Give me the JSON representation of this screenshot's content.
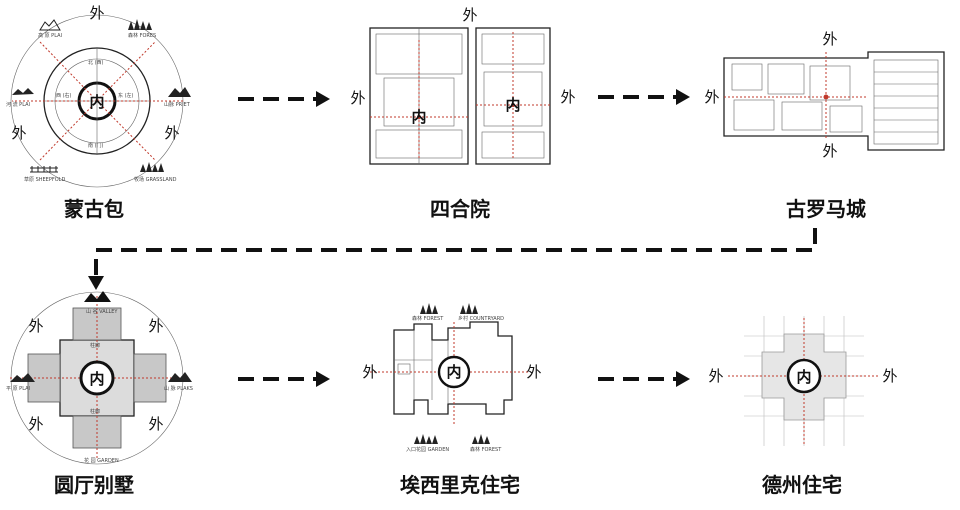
{
  "symbols": {
    "outer": "外",
    "inner": "内"
  },
  "row1": [
    {
      "label": "蒙古包"
    },
    {
      "label": "四合院"
    },
    {
      "label": "古罗马城"
    }
  ],
  "row2": [
    {
      "label": "圆厅别墅"
    },
    {
      "label": "埃西里克住宅"
    },
    {
      "label": "德州住宅"
    }
  ],
  "yurt_notes": {
    "top_left": "高 原 PLAI",
    "top_right": "森林 FORES",
    "left": "河 流 PLAI",
    "right": "山脉 PRIET",
    "bottom_left": "草原 SHEEPFOLD",
    "bottom_right": "牧场 GRASSLAND",
    "ring_top": "北 (西)",
    "ring_left": "西 (右)",
    "ring_right": "东 (左)",
    "ring_bottom": "南 (门)"
  },
  "villa_notes": {
    "top": "山 谷 VALLEY",
    "left": "平 原 PLAI",
    "right": "山 脉 PLAKS",
    "bottom": "花 园 GARDEN",
    "hall_top": "柱廊",
    "hall_bottom": "柱廊"
  },
  "esherick_notes": {
    "top_left": "森林 FOREST",
    "top_right": "乡村 COUNTRYARD",
    "bottom_left": "入口花园 GARDEN",
    "bottom_right": "森林 FOREST"
  },
  "colors": {
    "accent_red": "#c0392b",
    "ink": "#111111"
  }
}
